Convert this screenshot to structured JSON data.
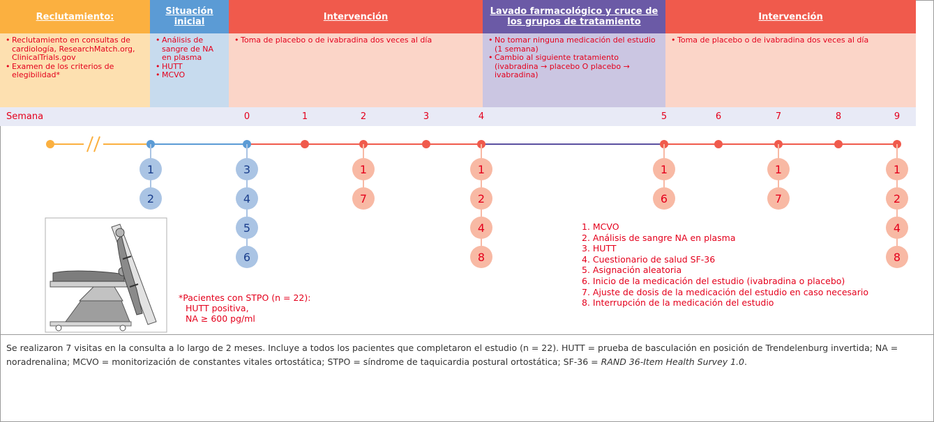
{
  "phases": [
    {
      "title": "Reclutamiento:",
      "color": "#fbb040",
      "body_color": "#fde0b0",
      "items": [
        "Reclutamiento en consultas de cardiología, ResearchMatch.org, ClinicalTrials.gov",
        "Examen de los criterios de elegibilidad*"
      ]
    },
    {
      "title": "Situación inicial",
      "color": "#5b9bd5",
      "body_color": "#c7dbee",
      "items": [
        "Análisis de sangre de NA en plasma",
        "HUTT",
        "MCVO"
      ]
    },
    {
      "title": "Intervención",
      "color": "#f05a4c",
      "body_color": "#fbd5c8",
      "items": [
        "Toma de placebo o de ivabradina dos veces al día"
      ]
    },
    {
      "title": "Lavado farmacológico y cruce de los grupos de tratamiento",
      "color": "#6b5aa6",
      "body_color": "#cbc6e2",
      "items": [
        "No tomar ninguna medicación del estudio (1 semana)",
        "Cambio al siguiente tratamiento (ivabradina → placebo O placebo → ivabradina)"
      ]
    },
    {
      "title": "Intervención",
      "color": "#f05a4c",
      "body_color": "#fbd5c8",
      "items": [
        "Toma de placebo o de ivabradina dos veces al día"
      ]
    }
  ],
  "week_label": "Semana",
  "weeks": [
    "0",
    "1",
    "2",
    "3",
    "4",
    "5",
    "6",
    "7",
    "8",
    "9"
  ],
  "timeline_colors": {
    "recruitment": "#fbb040",
    "baseline": "#5b9bd5",
    "intervention": "#f05a4c",
    "washout": "#5a4fa0"
  },
  "visit_columns": [
    {
      "week": "pre",
      "markers": [
        "1",
        "2"
      ],
      "style": "blue"
    },
    {
      "week": "0",
      "markers": [
        "3",
        "4",
        "5",
        "6"
      ],
      "style": "blue"
    },
    {
      "week": "2",
      "markers": [
        "1",
        "7"
      ],
      "style": "red"
    },
    {
      "week": "4",
      "markers": [
        "1",
        "2",
        "4",
        "8"
      ],
      "style": "red"
    },
    {
      "week": "5",
      "markers": [
        "1",
        "6"
      ],
      "style": "red"
    },
    {
      "week": "7",
      "markers": [
        "1",
        "7"
      ],
      "style": "red"
    },
    {
      "week": "9",
      "markers": [
        "1",
        "2",
        "4",
        "8"
      ],
      "style": "red"
    }
  ],
  "eligibility_note": [
    "*Pacientes con STPO (n = 22):",
    "HUTT positiva,",
    "NA ≥ 600 pg/ml"
  ],
  "legend": [
    "1. MCVO",
    "2. Análisis de sangre NA en plasma",
    "3. HUTT",
    "4. Cuestionario de salud SF-36",
    "5. Asignación aleatoria",
    "6. Inicio de la medicación del estudio (ivabradina o placebo)",
    "7. Ajuste de dosis de la medicación del estudio en caso necesario",
    "8. Interrupción de la medicación del estudio"
  ],
  "footer": {
    "text": "Se realizaron 7 visitas en la consulta a lo largo de 2 meses. Incluye a todos los pacientes que completaron el estudio (n = 22). HUTT = prueba de basculación en posición de Trendelenburg invertida; NA = noradrenalina; MCVO = monitorización de constantes vitales ortostática; STPO = síndrome de taquicardia postural ortostática; SF-36 = ",
    "italic": "RAND 36-Item Health Survey 1.0",
    "end": "."
  }
}
